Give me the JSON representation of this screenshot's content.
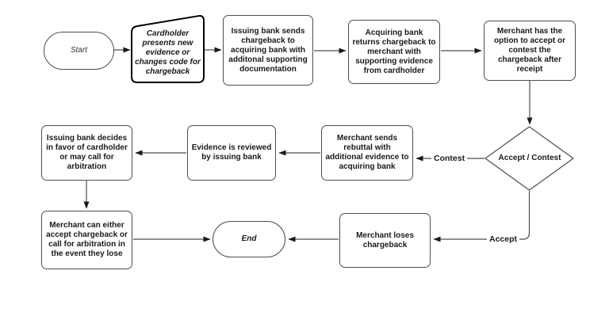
{
  "diagram": {
    "type": "flowchart",
    "nodes": {
      "start": {
        "type": "terminator",
        "label": "Start"
      },
      "cardholder_presents": {
        "type": "card",
        "label": "Cardholder presents new evidence or changes code for chargeback"
      },
      "issuing_sends": {
        "type": "process",
        "label": "Issuing bank sends chargeback to acquiring bank with additonal supporting documentation"
      },
      "acquiring_returns": {
        "type": "process",
        "label": "Acquiring bank returns chargeback to merchant with supporting evidence from cardholder"
      },
      "merchant_option": {
        "type": "process",
        "label": "Merchant has the option to accept or contest the chargeback after receipt"
      },
      "accept_contest": {
        "type": "decision",
        "label": "Accept / Contest"
      },
      "merchant_rebuttal": {
        "type": "process",
        "label": "Merchant sends rebuttal with additional evidence to acquiring bank"
      },
      "evidence_reviewed": {
        "type": "process",
        "label": "Evidence is reviewed by issuing bank"
      },
      "issuing_decides": {
        "type": "process",
        "label": "Issuing bank decides in favor of cardholder or may call for arbitration"
      },
      "merchant_either": {
        "type": "process",
        "label": "Merchant can either accept chargeback or call for arbitration in the event they lose"
      },
      "merchant_loses": {
        "type": "process",
        "label": "Merchant loses chargeback"
      },
      "end": {
        "type": "terminator",
        "label": "End"
      }
    },
    "edge_labels": {
      "contest": "Contest",
      "accept": "Accept"
    },
    "edges": [
      {
        "from": "start",
        "to": "cardholder_presents"
      },
      {
        "from": "cardholder_presents",
        "to": "issuing_sends"
      },
      {
        "from": "issuing_sends",
        "to": "acquiring_returns"
      },
      {
        "from": "acquiring_returns",
        "to": "merchant_option"
      },
      {
        "from": "merchant_option",
        "to": "accept_contest"
      },
      {
        "from": "accept_contest",
        "to": "merchant_rebuttal",
        "label": "Contest"
      },
      {
        "from": "merchant_rebuttal",
        "to": "evidence_reviewed"
      },
      {
        "from": "evidence_reviewed",
        "to": "issuing_decides"
      },
      {
        "from": "issuing_decides",
        "to": "merchant_either"
      },
      {
        "from": "accept_contest",
        "to": "merchant_loses",
        "label": "Accept"
      },
      {
        "from": "merchant_loses",
        "to": "end"
      },
      {
        "from": "merchant_either",
        "to": "end"
      }
    ],
    "colors": {
      "background": "#ffffff",
      "node_fill": "#ffffff",
      "node_border": "#4d4d4d",
      "card_border": "#000000",
      "connector": "#4d4d4d",
      "arrowhead": "#1a1a1a",
      "text": "#1a1a1a"
    }
  }
}
